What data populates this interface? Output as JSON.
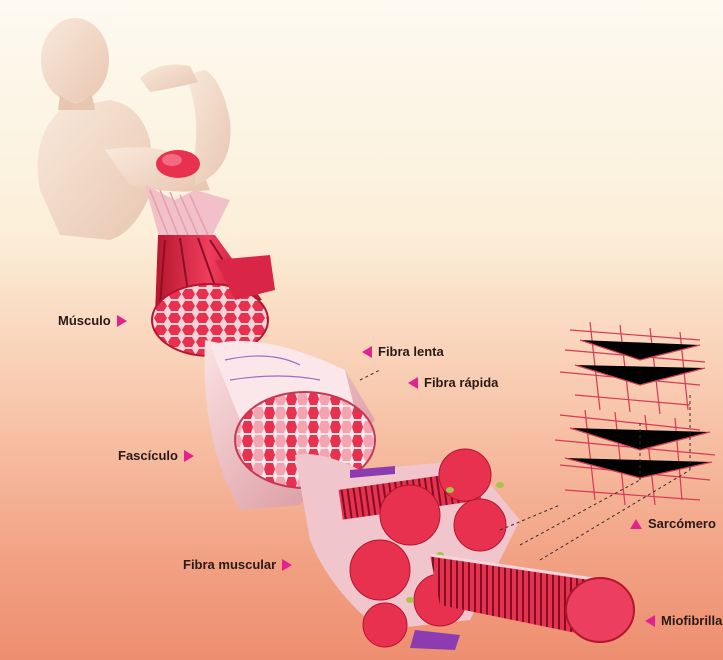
{
  "labels": {
    "musculo": "Músculo",
    "fibra_lenta": "Fibra lenta",
    "fibra_rapida": "Fibra rápida",
    "fasciculo": "Fascículo",
    "fibra_muscular": "Fibra muscular",
    "sarcomero": "Sarcómero",
    "miofibrilla": "Miofibrilla"
  },
  "colors": {
    "accent_arrow": "#e3238d",
    "muscle_red": "#e8304f",
    "muscle_dark": "#b5162f",
    "fiber_pink": "#f3a0aa",
    "background_top": "#fdfaf1",
    "background_bottom": "#ee8e70"
  },
  "icons": {
    "pointer": "triangle-arrow-icon"
  }
}
